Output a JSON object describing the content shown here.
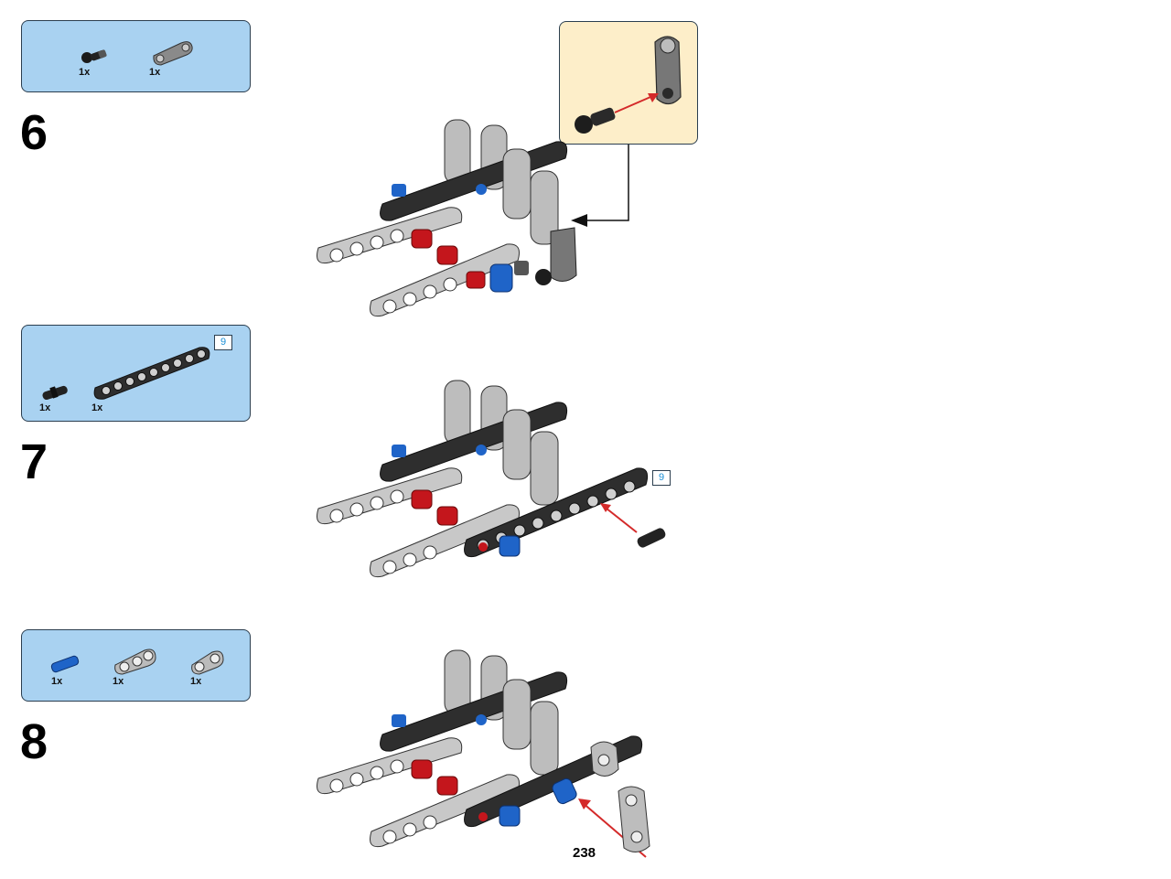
{
  "steps": [
    {
      "number": "6",
      "parts": [
        {
          "qty": "1x",
          "icon": "black-pin-with-ball-icon"
        },
        {
          "qty": "1x",
          "icon": "gray-cross-connector-icon"
        }
      ]
    },
    {
      "number": "7",
      "length_tag": "9",
      "parts": [
        {
          "qty": "1x",
          "icon": "black-friction-pin-icon"
        },
        {
          "qty": "1x",
          "icon": "black-beam-9-icon"
        }
      ]
    },
    {
      "number": "8",
      "parts": [
        {
          "qty": "1x",
          "icon": "blue-axle-pin-icon"
        },
        {
          "qty": "1x",
          "icon": "gray-double-connector-icon"
        },
        {
          "qty": "1x",
          "icon": "gray-cross-connector-icon"
        }
      ]
    }
  ],
  "page_number": "238",
  "colors": {
    "parts_box_bg": "#a9d2f1",
    "callout_bg": "#fdeec9",
    "arrow_red": "#d42a2a",
    "beam_black": "#2e2e2e",
    "beam_gray": "#c8c8c8",
    "pin_blue": "#1f64c8",
    "pin_red": "#c4161c"
  }
}
